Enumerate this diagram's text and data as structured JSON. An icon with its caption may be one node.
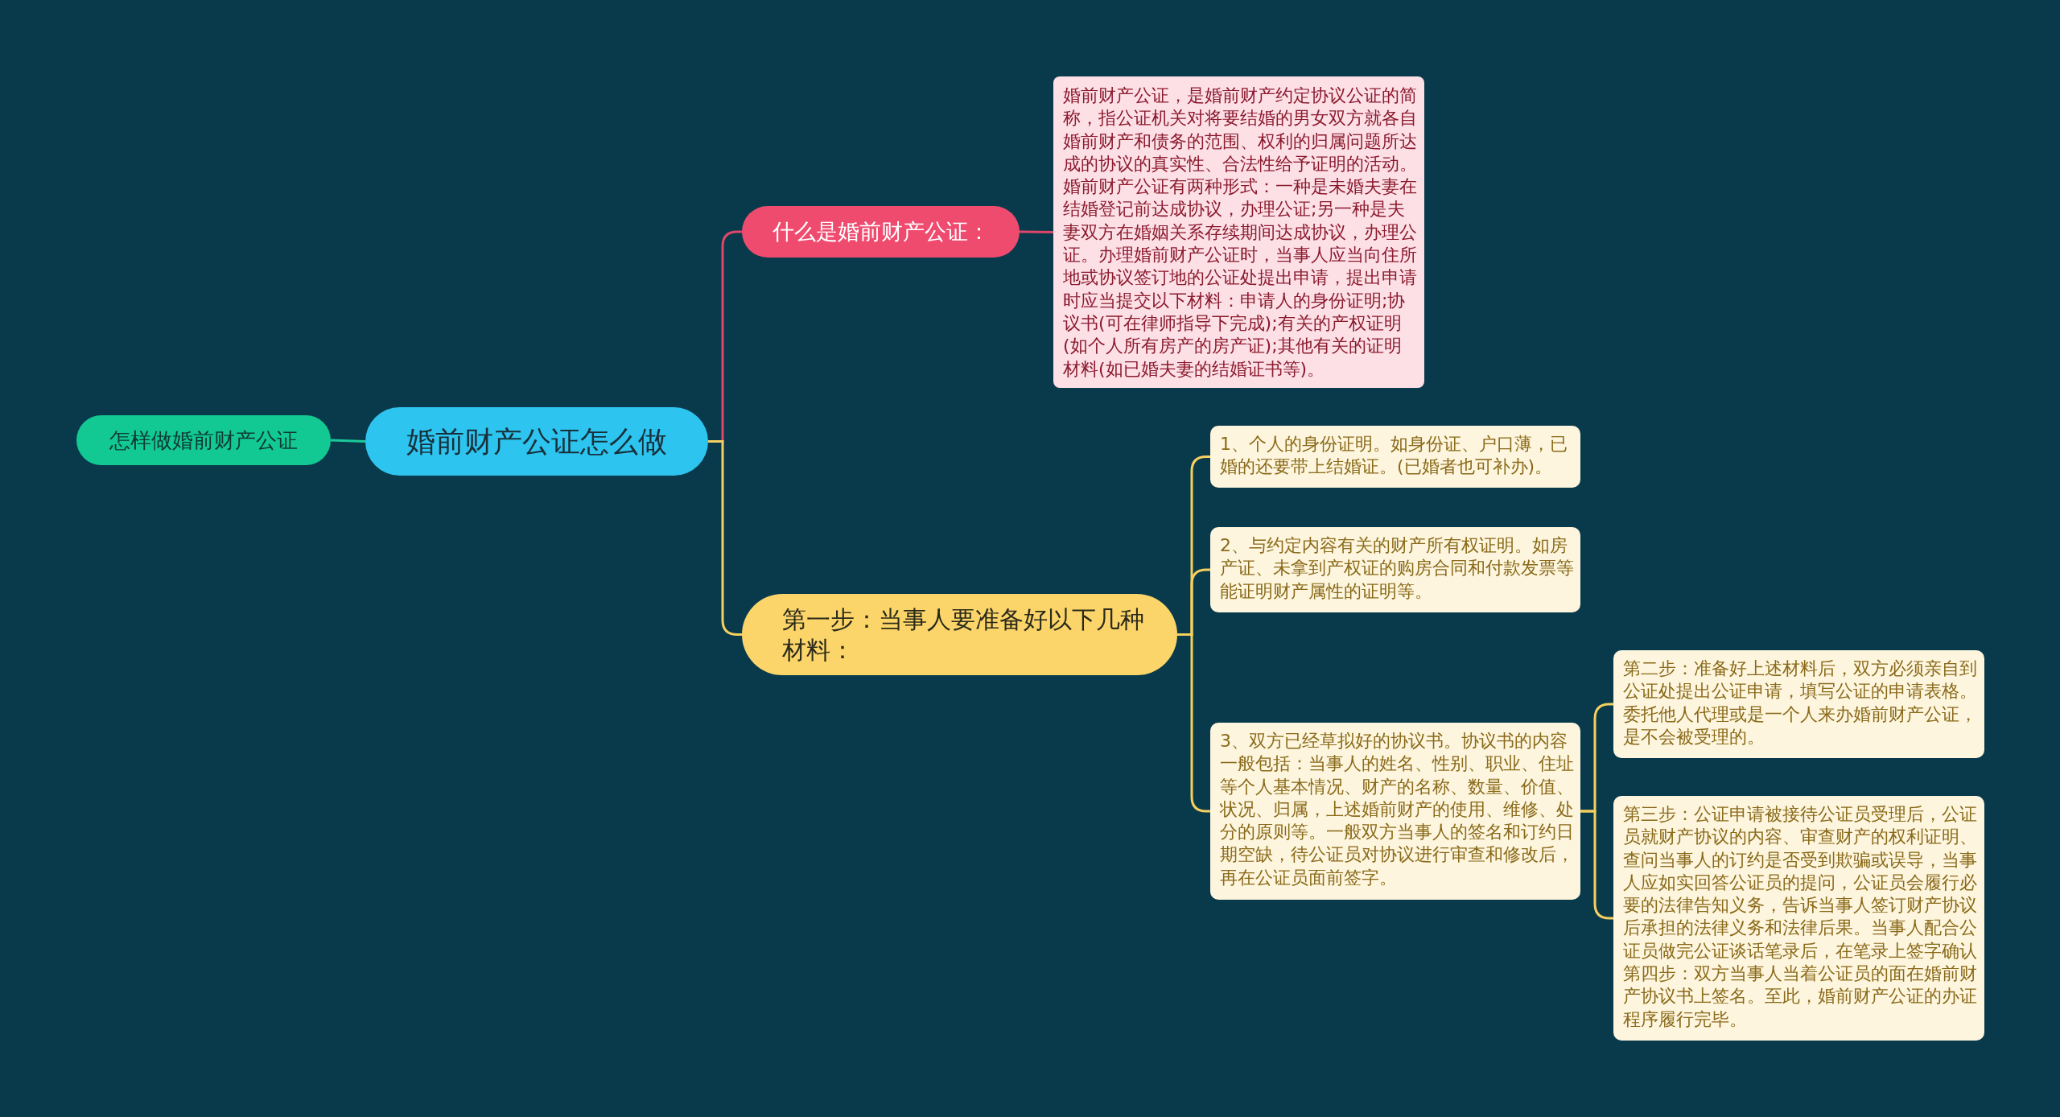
{
  "diagram": {
    "nodes": [
      {
        "text": [
          "婚前财产公证怎么做"
        ]
      },
      {
        "text": [
          "怎样做婚前财产公证"
        ]
      },
      {
        "text": [
          "什么是婚前财产公证："
        ]
      },
      {
        "text": [
          "婚前财产公证，是婚前财产约定协议公证的简称，指公证机关对将要结婚的男女双方就各自婚前财产和债务的范围、权利的归属问题所达成的协议的真实性、合法性给予证明的活动。婚前财产公证有两种形式：一种是未婚夫妻在结婚登记前达成协议，办理公证;另一种是夫妻双方在婚姻关系存续期间达成协议，办理公证。办理婚前财产公证时，当事人应当向住所地或协议签订地的公证处提出申请，提出申请时应当提交以下材料：申请人的身份证明;协议书(可在律师指导下完成);有关的产权证明(如个人所有房产的房产证);其他有关的证明材料(如已婚夫妻的结婚证书等)。"
        ]
      },
      {
        "text": [
          "第一步：当事人要准备好以下几种材料："
        ]
      },
      {
        "text": [
          "1、个人的身份证明。如身份证、户口薄，已婚的还要带上结婚证。(已婚者也可补办)。"
        ]
      },
      {
        "text": [
          "2、与约定内容有关的财产所有权证明。如房产证、未拿到产权证的购房合同和付款发票等能证明财产属性的证明等。"
        ]
      },
      {
        "text": [
          "3、双方已经草拟好的协议书。协议书的内容一般包括：当事人的姓名、性别、职业、住址等个人基本情况、财产的名称、数量、价值、状况、归属，上述婚前财产的使用、维修、处分的原则等。一般双方当事人的签名和订约日期空缺，待公证员对协议进行审查和修改后，再在公证员面前签字。"
        ]
      },
      {
        "text": [
          "第二步：准备好上述材料后，双方必须亲自到公证处提出公证申请，填写公证的申请表格。委托他人代理或是一个人来办婚前财产公证，是不会被受理的。"
        ]
      },
      {
        "text": [
          "第三步：公证申请被接待公证员受理后，公证员就财产协议的内容、审查财产的权利证明、查问当事人的订约是否受到欺骗或误导，当事人应如实回答公证员的提问，公证员会履行必要的法律告知义务，告诉当事人签订财产协议后承担的法律义务和法律后果。当事人配合公证员做完公证谈话笔录后，在笔录上签字确认第四步：双方当事人当着公证员的面在婚前财产协议书上签名。至此，婚前财产公证的办证程序履行完毕。"
        ]
      }
    ],
    "edges": [
      {
        "from": 0,
        "to": 1,
        "arrow": "none",
        "color": "#1dc99a"
      },
      {
        "from": 0,
        "to": 2,
        "arrow": "none",
        "color": "#e0466a"
      },
      {
        "from": 2,
        "to": 3,
        "arrow": "none",
        "color": "#e0466a"
      },
      {
        "from": 0,
        "to": 4,
        "arrow": "none"
      },
      {
        "from": 4,
        "to": 5,
        "arrow": "none"
      },
      {
        "from": 4,
        "to": 6,
        "arrow": "none"
      },
      {
        "from": 4,
        "to": 7,
        "arrow": "none"
      },
      {
        "from": 7,
        "to": 8,
        "arrow": "none"
      },
      {
        "from": 7,
        "to": 9,
        "arrow": "none"
      }
    ]
  }
}
